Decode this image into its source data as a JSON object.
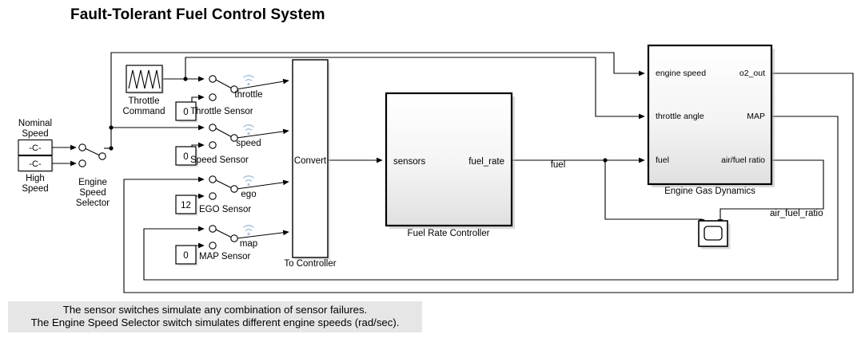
{
  "page": {
    "title": "Fault-Tolerant Fuel Control System",
    "background": "#ffffff"
  },
  "colors": {
    "line": "#000000",
    "block_border": "#000000",
    "block_fill_top": "#ffffff",
    "block_fill_bottom": "#e3e3e3",
    "signal_icon": "#a8c4e0",
    "note_bg": "#e6e6e6",
    "shadow": "#b0b0b0"
  },
  "sources": {
    "nominal_speed": {
      "label_line1": "Nominal",
      "label_line2": "Speed",
      "value": "-C-",
      "type": "constant-block"
    },
    "high_speed": {
      "label_line1": "High",
      "label_line2": "Speed",
      "value": "-C-",
      "type": "constant-block"
    },
    "throttle_command": {
      "label_line1": "Throttle",
      "label_line2": "Command",
      "type": "signal-generator",
      "waveform": "sawtooth"
    }
  },
  "selector": {
    "label_line1": "Engine",
    "label_line2": "Speed",
    "label_line3": "Selector",
    "type": "manual-switch",
    "position": "upper"
  },
  "sensors": [
    {
      "name": "Throttle Sensor",
      "fail_value": "0",
      "signal": "throttle",
      "icon": "signal-broadcast-icon"
    },
    {
      "name": "Speed Sensor",
      "fail_value": "0",
      "signal": "speed",
      "icon": "signal-broadcast-icon"
    },
    {
      "name": "EGO Sensor",
      "fail_value": "12",
      "signal": "ego",
      "icon": "signal-broadcast-icon"
    },
    {
      "name": "MAP Sensor",
      "fail_value": "0",
      "signal": "map",
      "icon": "signal-broadcast-icon"
    }
  ],
  "to_controller": {
    "name": "To Controller",
    "inner_label": "Convert",
    "type": "data-type-conversion"
  },
  "fuel_rate_controller": {
    "name": "Fuel Rate Controller",
    "inport": "sensors",
    "outport": "fuel_rate",
    "type": "subsystem"
  },
  "engine_gas_dynamics": {
    "name": "Engine Gas Dynamics",
    "inports": [
      "engine speed",
      "throttle angle",
      "fuel"
    ],
    "outports": [
      "o2_out",
      "MAP",
      "air/fuel ratio"
    ],
    "type": "subsystem"
  },
  "scope": {
    "name": "scope-block",
    "inputs": 2,
    "type": "scope"
  },
  "signal_labels": {
    "fuel": "fuel",
    "air_fuel_ratio": "air_fuel_ratio"
  },
  "note": {
    "line1": "The sensor switches simulate any combination of sensor failures.",
    "line2": "The Engine Speed Selector switch simulates different engine speeds (rad/sec)."
  }
}
